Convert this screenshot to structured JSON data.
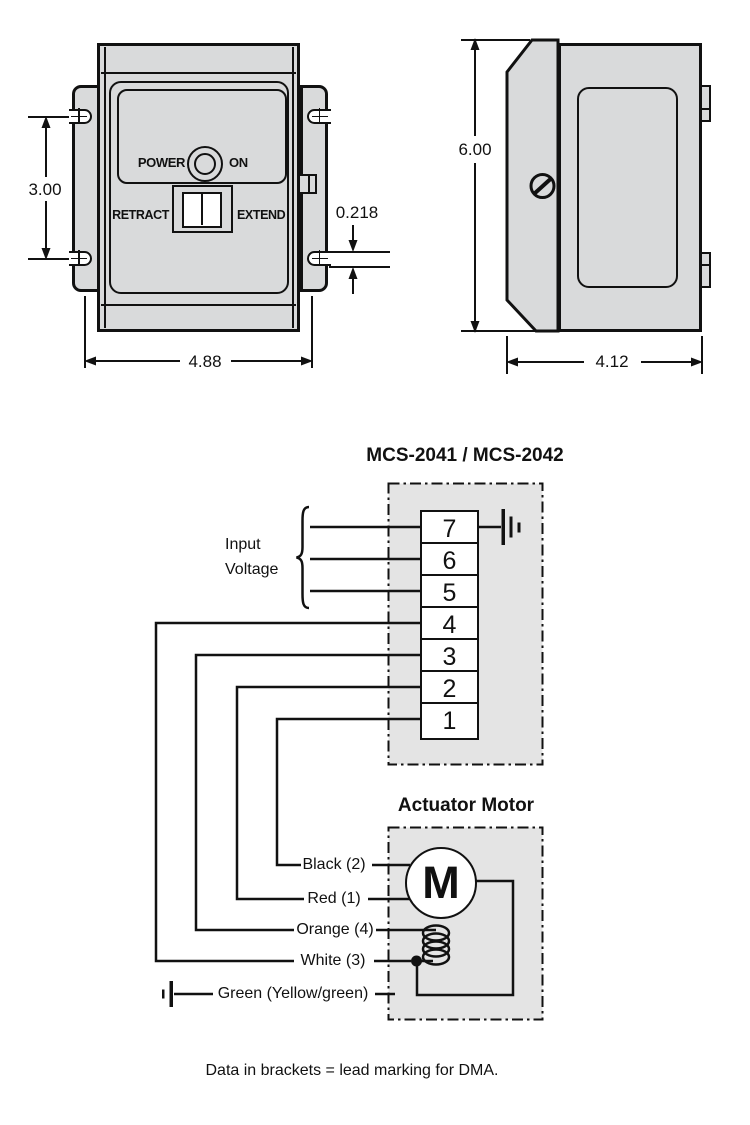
{
  "front_view": {
    "power_label": "POWER",
    "on_label": "ON",
    "retract_label": "RETRACT",
    "extend_label": "EXTEND",
    "dim_height": "3.00",
    "dim_width": "4.88",
    "dim_slot": "0.218"
  },
  "side_view": {
    "dim_height": "6.00",
    "dim_depth": "4.12"
  },
  "wiring": {
    "controller_title": "MCS-2041 / MCS-2042",
    "input_line1": "Input",
    "input_line2": "Voltage",
    "terminals": [
      "7",
      "6",
      "5",
      "4",
      "3",
      "2",
      "1"
    ],
    "motor_title": "Actuator Motor",
    "motor_symbol": "M",
    "wire_labels": [
      "Black (2)",
      "Red (1)",
      "Orange (4)",
      "White (3)",
      "Green (Yellow/green)"
    ]
  },
  "caption": "Data in brackets = lead marking for DMA.",
  "colors": {
    "line": "#111111",
    "device_fill": "#d9dadb",
    "schematic_box_fill": "#e4e4e4"
  }
}
